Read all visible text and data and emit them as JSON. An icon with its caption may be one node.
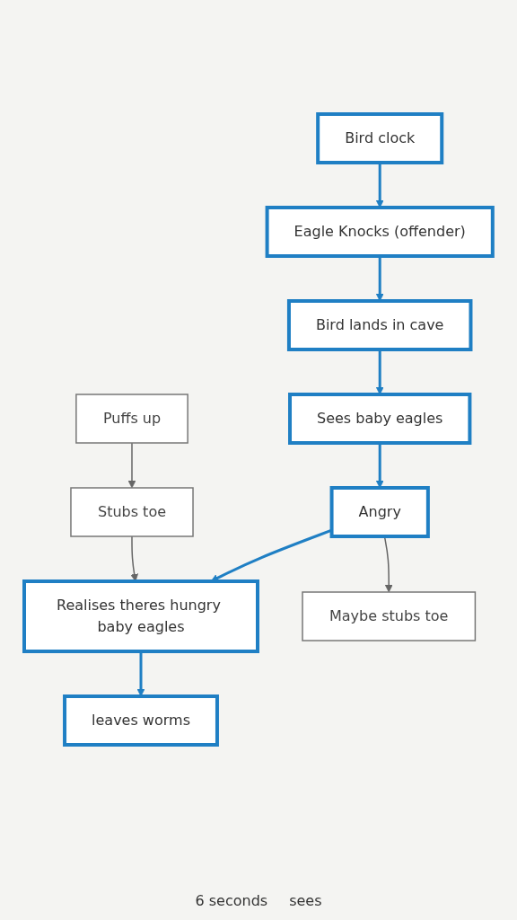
{
  "diagram": {
    "nodes": [
      {
        "text": [
          "Bird clock"
        ]
      },
      {
        "text": [
          "Eagle Knocks (offender)"
        ]
      },
      {
        "text": [
          "Bird lands in cave"
        ]
      },
      {
        "text": [
          "Sees baby eagles"
        ]
      },
      {
        "text": [
          "Angry"
        ]
      },
      {
        "text": [
          "Realises theres hungry baby eagles"
        ]
      },
      {
        "text": [
          "leaves worms"
        ]
      },
      {
        "text": [
          "Puffs up"
        ]
      },
      {
        "text": [
          "Stubs toe"
        ]
      },
      {
        "text": [
          "Maybe stubs toe"
        ]
      }
    ],
    "edges": [
      {
        "from": 0,
        "to": 1,
        "arrow": "to"
      },
      {
        "from": 1,
        "to": 2,
        "arrow": "to"
      },
      {
        "from": 2,
        "to": 3,
        "arrow": "to"
      },
      {
        "from": 3,
        "to": 4,
        "arrow": "to"
      },
      {
        "from": 4,
        "to": 5,
        "arrow": "to"
      },
      {
        "from": 5,
        "to": 6,
        "arrow": "to"
      },
      {
        "from": 7,
        "to": 8,
        "arrow": "to",
        "color": "#666666"
      },
      {
        "from": 8,
        "to": 5,
        "arrow": "to",
        "color": "#666666"
      },
      {
        "from": 4,
        "to": 9,
        "arrow": "to",
        "color": "#666666"
      }
    ],
    "labels": [
      "6 seconds",
      "sees"
    ]
  }
}
